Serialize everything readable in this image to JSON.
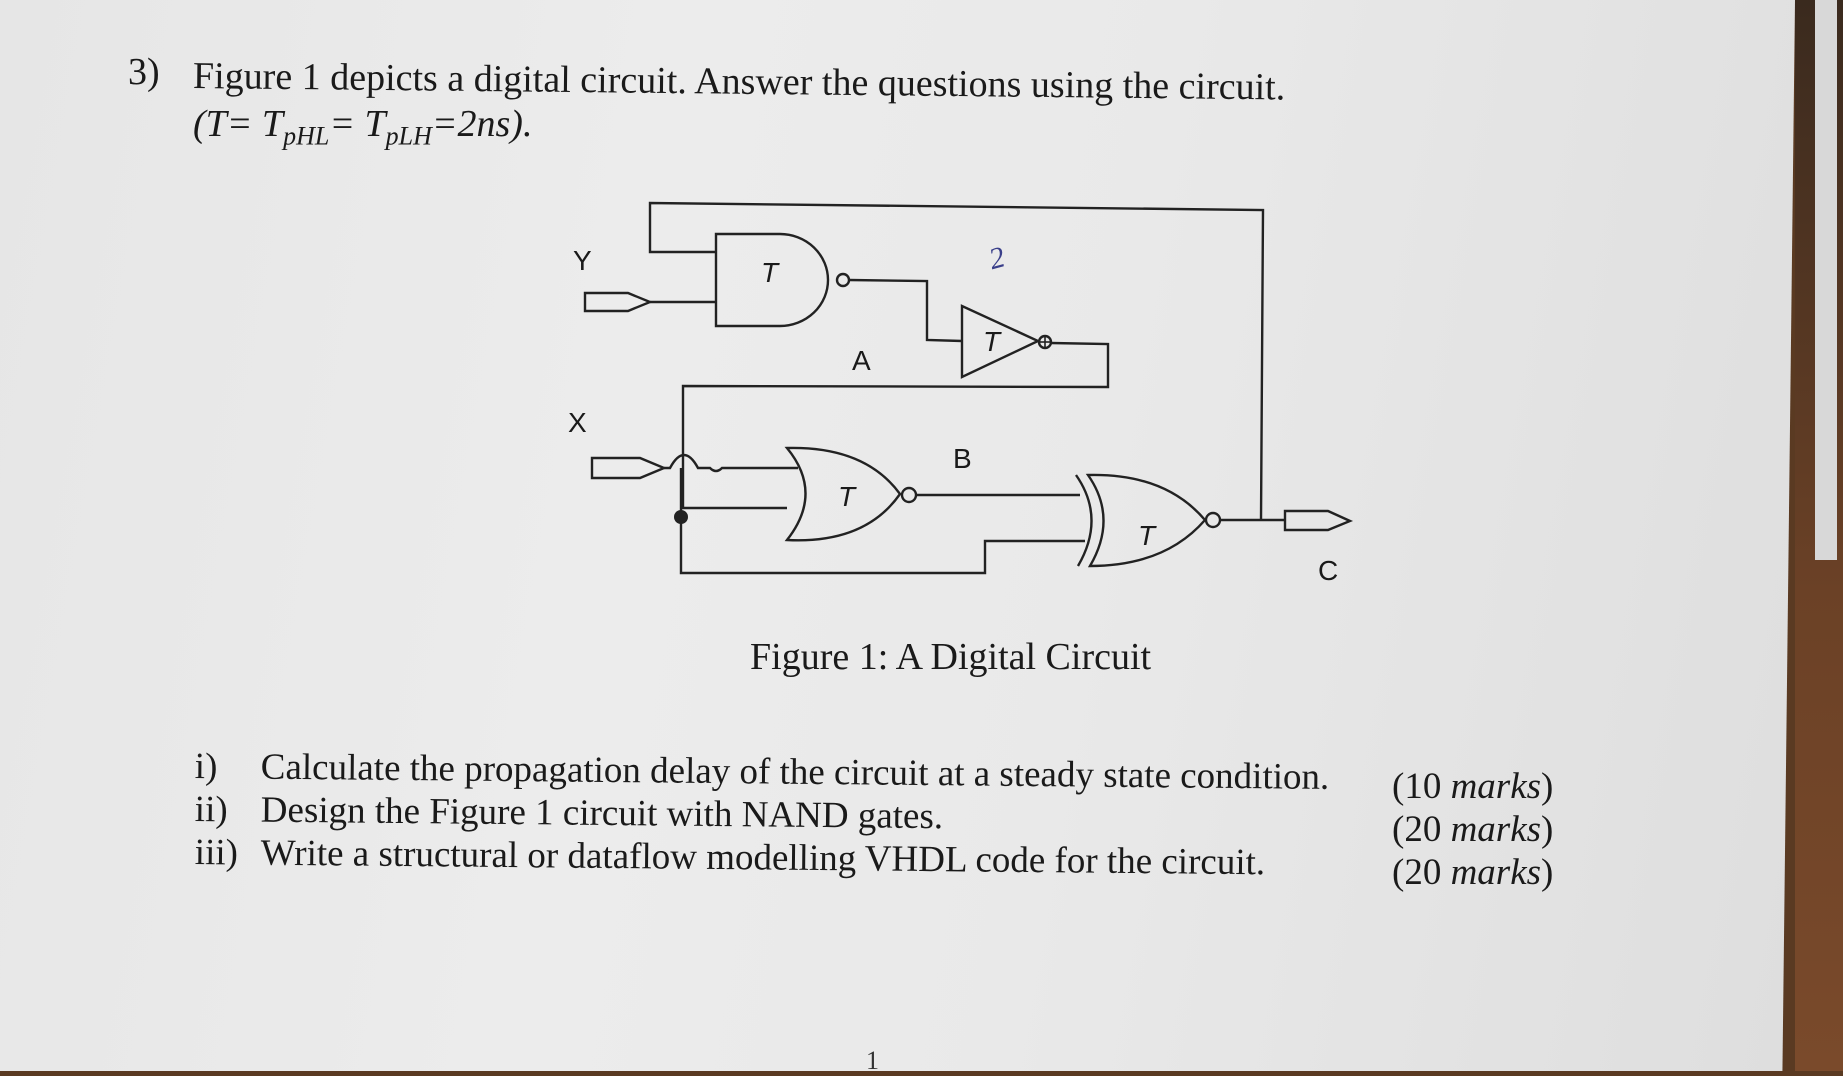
{
  "question": {
    "number": "3)",
    "text": "Figure 1 depicts a digital circuit. Answer the questions using the circuit.",
    "timing": {
      "open": "(T= T",
      "sub1": "pHL",
      "mid": "= T",
      "sub2": "pLH",
      "close": "=2ns)."
    }
  },
  "figure": {
    "caption": "Figure 1: A Digital Circuit",
    "labels": {
      "y": "Y",
      "x": "X",
      "a": "A",
      "b": "B",
      "c": "C",
      "gate_nand": "T",
      "gate_not": "T",
      "gate_nor": "T",
      "gate_xnor": "T",
      "scribble": "2"
    }
  },
  "parts": [
    {
      "num": "i)",
      "text": "Calculate the propagation delay of the circuit at a steady state condition.",
      "marks_num": "(10 ",
      "marks_word": "marks",
      "marks_end": ")"
    },
    {
      "num": "ii)",
      "text": "Design the Figure 1 circuit with NAND gates.",
      "marks_num": "(20 ",
      "marks_word": "marks",
      "marks_end": ")"
    },
    {
      "num": "iii)",
      "text": "Write a structural or dataflow modelling VHDL code for the circuit.",
      "marks_num": "(20 ",
      "marks_word": "marks",
      "marks_end": ")"
    }
  ],
  "page_mark": "1"
}
